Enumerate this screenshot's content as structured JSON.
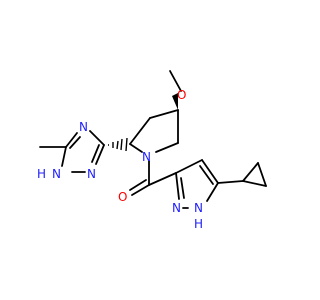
{
  "atoms": {
    "O_methoxy": "O",
    "O_carbonyl": "O",
    "N_pyrrolidine": "N",
    "N_triazole_top": "N",
    "NH_triazole": "H",
    "NH_triazole_n": "N",
    "N_triazole_2": "N",
    "N_pyrazole": "N",
    "NH_pyrazole_n": "N",
    "NH_pyrazole_h": "H"
  },
  "colors": {
    "bond": "#000000",
    "oxygen": "#ff0000",
    "nitrogen": "#2020ff",
    "background": "#ffffff"
  }
}
